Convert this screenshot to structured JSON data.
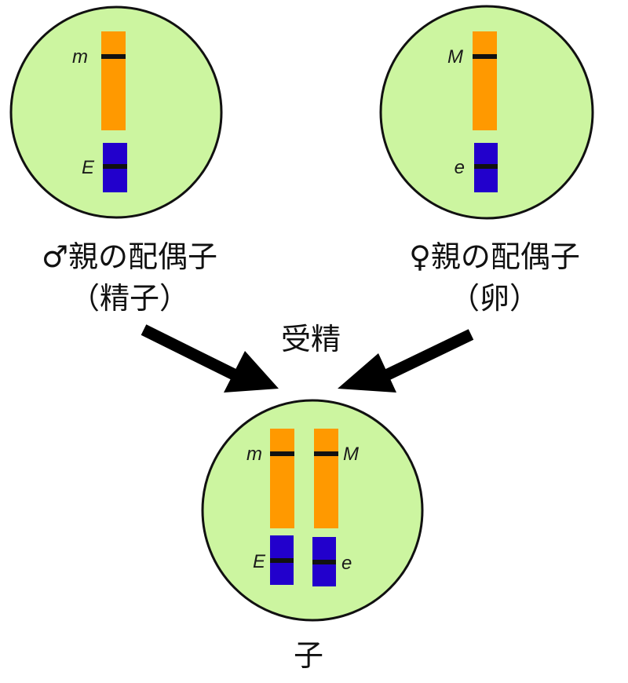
{
  "colors": {
    "cell_fill": "#ccf5a0",
    "cell_stroke": "#111111",
    "long_chromosome": "#ff9900",
    "short_chromosome": "#2200cc",
    "locus_band": "#111111",
    "arrow": "#000000"
  },
  "male_gamete": {
    "label_line1": "♂親の配偶子",
    "label_line2": "（精子）",
    "allele_long": "m",
    "allele_short": "E"
  },
  "female_gamete": {
    "label_line1": "♀親の配偶子",
    "label_line2": "（卵）",
    "allele_long": "M",
    "allele_short": "e"
  },
  "process_label": "受精",
  "offspring": {
    "label": "子",
    "alleles_long": [
      "m",
      "M"
    ],
    "alleles_short": [
      "E",
      "e"
    ]
  }
}
